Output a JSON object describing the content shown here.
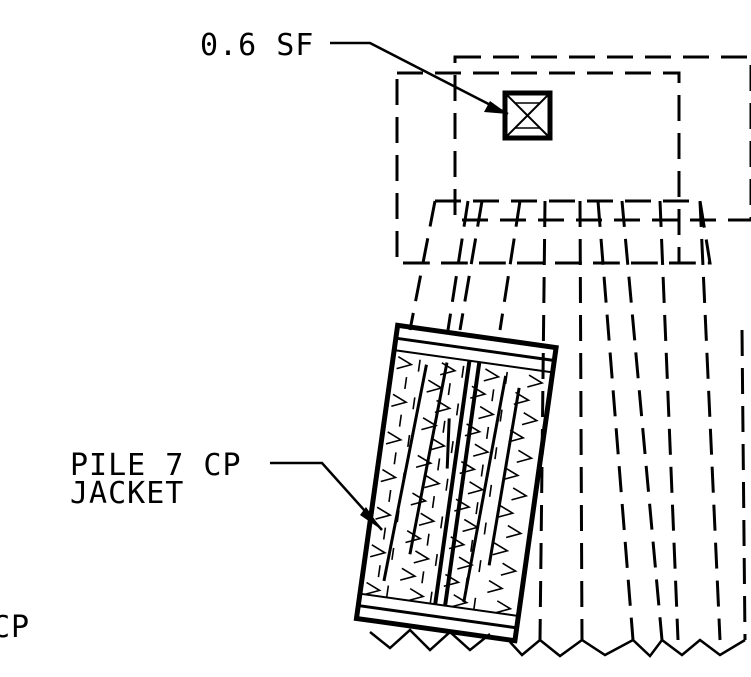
{
  "drawing": {
    "labels": {
      "area": "0.6 SF",
      "pile_line1": "PILE 7 CP",
      "pile_line2": "JACKET",
      "edge_fragment": "CP"
    },
    "colors": {
      "ink": "#000000",
      "background": "#ffffff"
    }
  }
}
